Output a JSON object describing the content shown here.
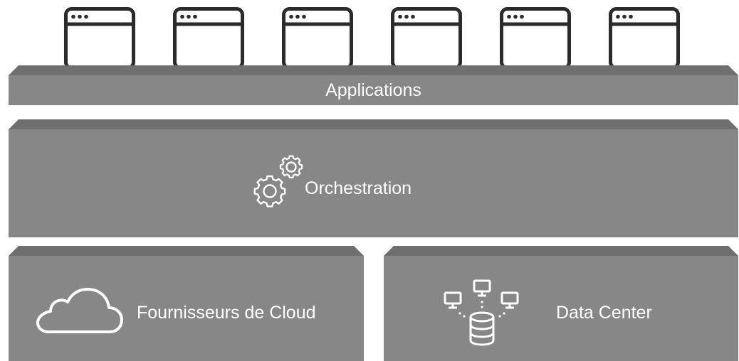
{
  "applications": {
    "label": "Applications",
    "windows": 6
  },
  "orchestration": {
    "label": "Orchestration",
    "icon": "gears-icon"
  },
  "cloud": {
    "label": "Fournisseurs de Cloud",
    "icon": "cloud-icon"
  },
  "datacenter": {
    "label": "Data Center",
    "icon": "network-database-icon"
  },
  "colors": {
    "layer": "#878787",
    "layer_top": "#6f6f6f",
    "text": "#ffffff",
    "window_stroke": "#2b2b2b"
  }
}
